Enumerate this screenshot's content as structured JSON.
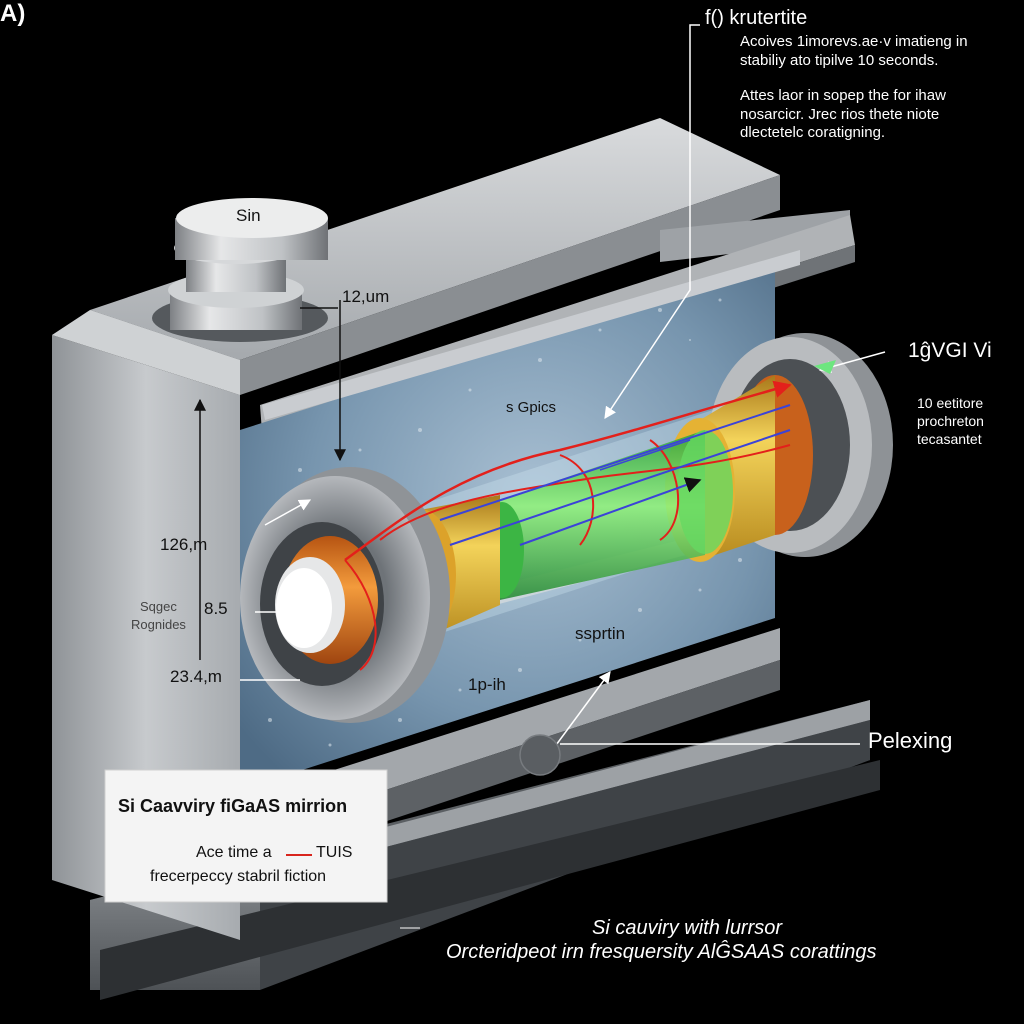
{
  "panel_label": "A)",
  "top_annotation": {
    "title": "f() krutertite",
    "lines": [
      "Acoives 1imorevs.ae·v imatieng in",
      "stabiliy ato tipilve 10 seconds.",
      "Attes laor in sopep the for ihaw",
      "nosarcicr. Jrec rios thete niote",
      "dlectetelc coratigning."
    ]
  },
  "right_annotation": {
    "title": "1ĝVGI Vi",
    "lines": [
      "10 eetitore",
      "prochreton",
      "tecasantet"
    ]
  },
  "pelexing_label": "Pelexing",
  "cap_label": "Sin",
  "dimensions": {
    "top": "12,um",
    "middle": "126,m",
    "ratio": "8.5",
    "bottom": "23.4,m"
  },
  "side_label": [
    "Sqgec",
    "Rognides"
  ],
  "inner_labels": {
    "gpics": "s Gpics",
    "spritin": "ssprtin",
    "onepih": "1p-ih"
  },
  "info_box": {
    "title": "Si Caavviry fiGaAS mirrion",
    "line1": "Ace time a",
    "legend": "TUIS",
    "line2": "frecerpeccy stabril fiction",
    "legend_color": "#d8251d"
  },
  "caption": {
    "line1": "Si cauviry with lurrsor",
    "line2": "Orcteridpeot irn fresquersity AlĜSAAS corattings"
  },
  "colors": {
    "background": "#000000",
    "housing": "#b9bcc0",
    "cavity_blue": "#7f9bb4",
    "laser_red": "#e3201b",
    "beam_blue": "#3b43d8",
    "beam_green": "#4ccf4d",
    "mirror_orange": "#e37d23",
    "mirror_gold": "#e8bf35"
  }
}
